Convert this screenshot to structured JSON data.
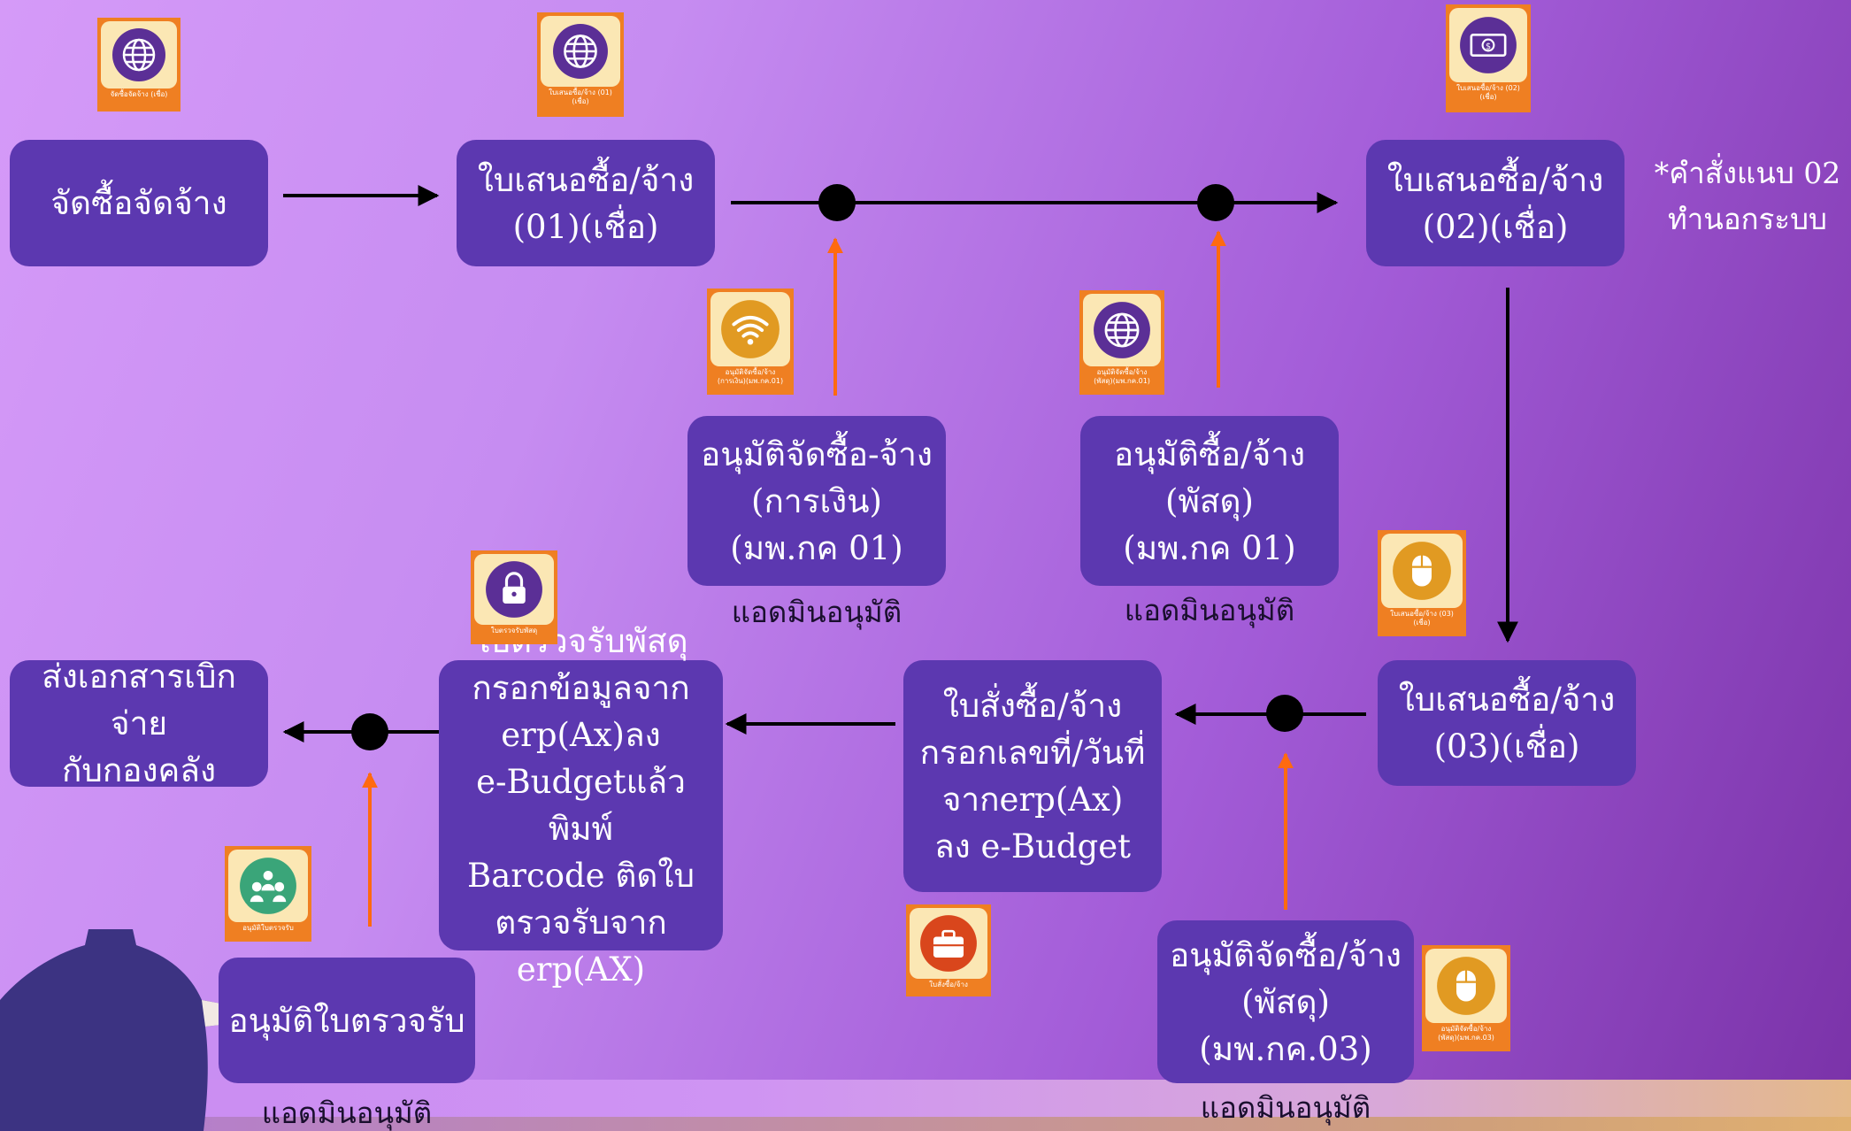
{
  "colors": {
    "box": "#5c38b0",
    "icon_frame": "#ef7f22",
    "icon_tile": "#fbe7b4",
    "arrow_black": "#000000",
    "arrow_orange": "#ff6a10"
  },
  "boxes": {
    "procure": "จัดซื้อจัดจ้าง",
    "prop01": "ใบเสนอซื้อ/จ้าง\n(01)(เชื่อ)",
    "prop02": "ใบเสนอซื้อ/จ้าง\n(02)(เชื่อ)",
    "approve_fin": "อนุมัติจัดซื้อ-จ้าง\n(การเงิน)\n(มพ.กค 01)",
    "approve_sup01": "อนุมัติซื้อ/จ้าง\n(พัสดุ)\n(มพ.กค 01)",
    "prop03": "ใบเสนอซื้อ/จ้าง\n(03)(เชื่อ)",
    "order": "ใบสั่งซื้อ/จ้าง\nกรอกเลขที่/วันที่\nจากerp(Ax)\nลง e-Budget",
    "inspect": "ใบตรวจรับพัสดุ\nกรอกข้อมูลจาก\nerp(Ax)ลง\ne-Budgetแล้วพิมพ์\nBarcode ติดใบ\nตรวจรับจาก erp(AX)",
    "send_docs": "ส่งเอกสารเบิกจ่าย\nกับกองคลัง",
    "approve_inspect": "อนุมัติใบตรวจรับ",
    "approve_sup03": "อนุมัติจัดซื้อ/จ้าง\n(พัสดุ)\n(มพ.กค.03)"
  },
  "note": "*คำสั่งแนบ 02\nทำนอกระบบ",
  "captions": {
    "fin": "แอดมินอนุมัติ",
    "sup01": "แอดมินอนุมัติ",
    "inspect": "แอดมินอนุมัติ",
    "sup03": "แอดมินอนุมัติ"
  },
  "icons": {
    "procure": {
      "icon": "globe-icon",
      "label": "จัดซื้อจัดจ้าง (เชื่อ)"
    },
    "prop01": {
      "icon": "globe-icon",
      "label": "ใบเสนอซื้อ/จ้าง (01)\n(เชื่อ)"
    },
    "prop02": {
      "icon": "money-icon",
      "label": "ใบเสนอซื้อ/จ้าง (02)\n(เชื่อ)"
    },
    "fin": {
      "icon": "wifi-icon",
      "label": "อนุมัติจัดซื้อ/จ้าง\n(การเงิน)(มพ.กค.01)"
    },
    "sup01": {
      "icon": "globe-icon",
      "label": "อนุมัติจัดซื้อ/จ้าง\n(พัสดุ)(มพ.กค.01)"
    },
    "prop03": {
      "icon": "mouse-icon",
      "label": "ใบเสนอซื้อ/จ้าง (03)\n(เชื่อ)"
    },
    "inspect": {
      "icon": "lock-icon",
      "label": "ใบตรวจรับพัสดุ"
    },
    "approve_inspect": {
      "icon": "team-icon",
      "label": "อนุมัติใบตรวจรับ"
    },
    "order": {
      "icon": "briefcase-icon",
      "label": "ใบสั่งซื้อ/จ้าง"
    },
    "sup03": {
      "icon": "mouse-icon",
      "label": "อนุมัติจัดซื้อ/จ้าง\n(พัสดุ)(มพ.กค.03)"
    }
  }
}
